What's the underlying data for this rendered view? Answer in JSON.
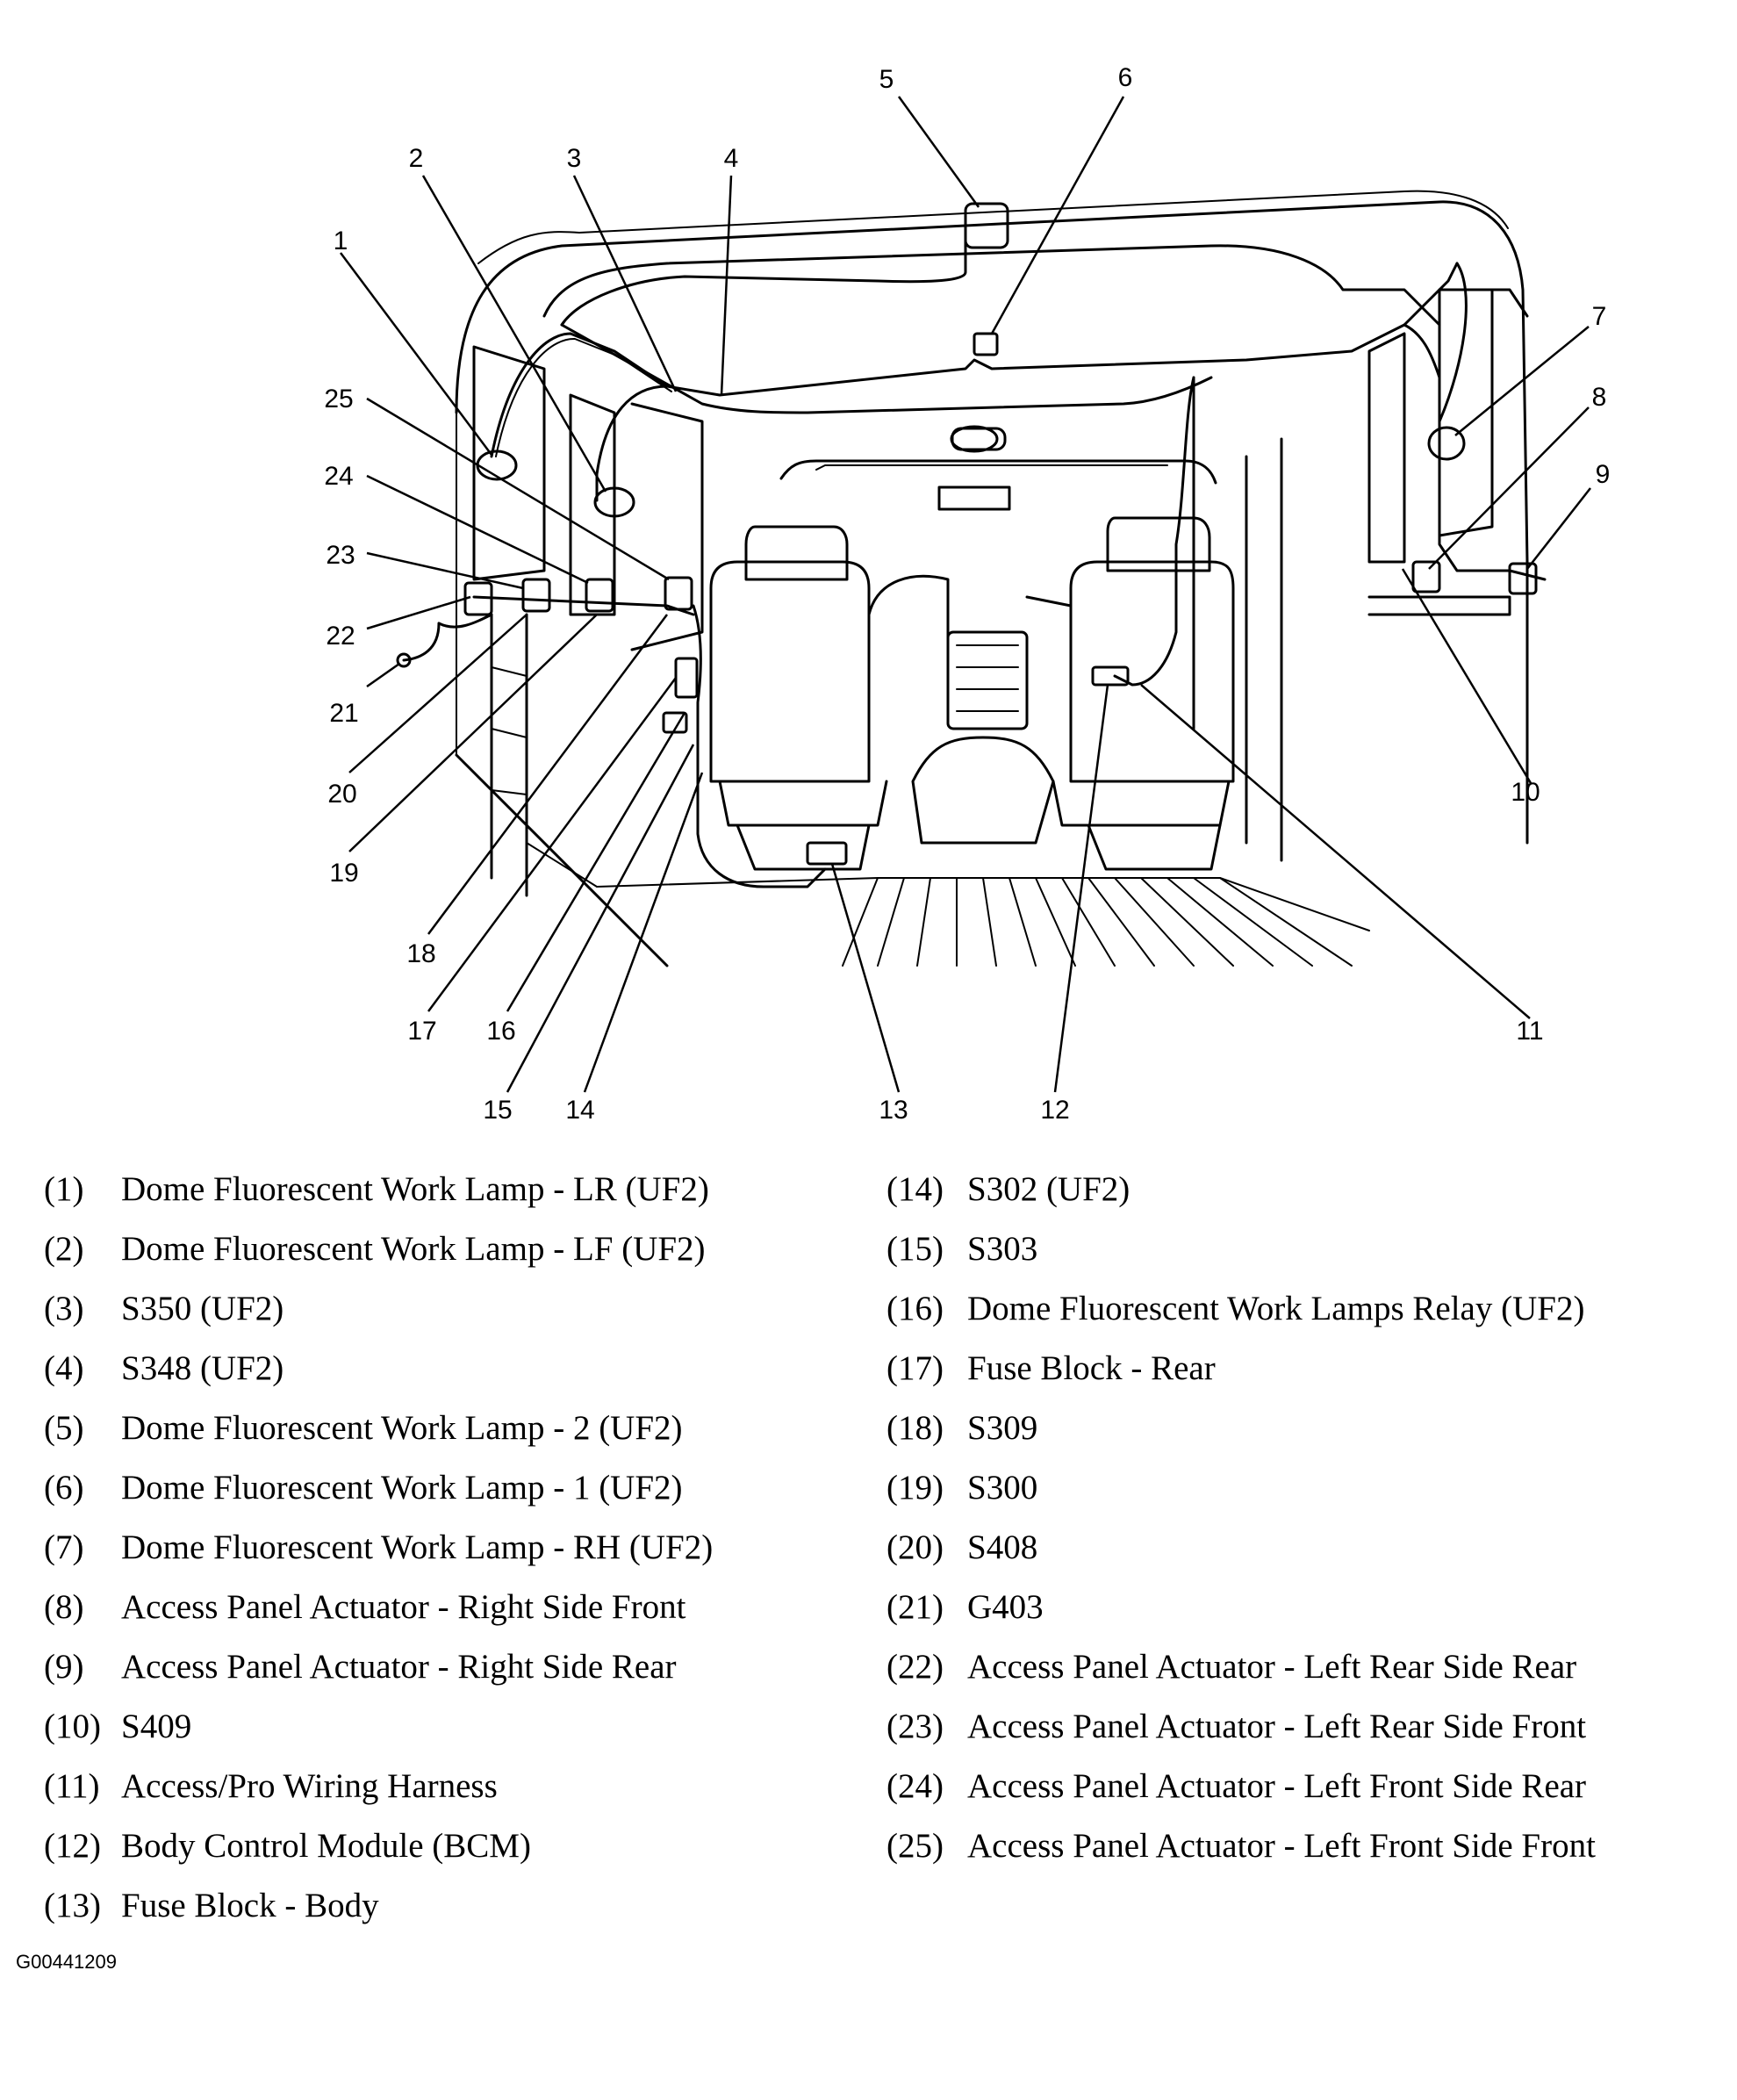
{
  "figure_id": "G00441209",
  "callouts": {
    "c1": "1",
    "c2": "2",
    "c3": "3",
    "c4": "4",
    "c5": "5",
    "c6": "6",
    "c7": "7",
    "c8": "8",
    "c9": "9",
    "c10": "10",
    "c11": "11",
    "c12": "12",
    "c13": "13",
    "c14": "14",
    "c15": "15",
    "c16": "16",
    "c17": "17",
    "c18": "18",
    "c19": "19",
    "c20": "20",
    "c21": "21",
    "c22": "22",
    "c23": "23",
    "c24": "24",
    "c25": "25"
  },
  "legend_left": [
    {
      "num": "(1)",
      "text": "Dome Fluorescent Work Lamp - LR (UF2)"
    },
    {
      "num": "(2)",
      "text": "Dome Fluorescent Work Lamp - LF (UF2)"
    },
    {
      "num": "(3)",
      "text": "S350 (UF2)"
    },
    {
      "num": "(4)",
      "text": "S348 (UF2)"
    },
    {
      "num": "(5)",
      "text": "Dome Fluorescent Work Lamp - 2 (UF2)"
    },
    {
      "num": "(6)",
      "text": "Dome Fluorescent Work Lamp - 1 (UF2)"
    },
    {
      "num": "(7)",
      "text": "Dome Fluorescent Work Lamp - RH (UF2)"
    },
    {
      "num": "(8)",
      "text": "Access Panel Actuator - Right Side Front"
    },
    {
      "num": "(9)",
      "text": "Access Panel Actuator - Right Side Rear"
    },
    {
      "num": "(10)",
      "text": "S409"
    },
    {
      "num": "(11)",
      "text": "Access/Pro Wiring Harness"
    },
    {
      "num": "(12)",
      "text": "Body Control Module (BCM)"
    },
    {
      "num": "(13)",
      "text": "Fuse Block - Body"
    }
  ],
  "legend_right": [
    {
      "num": "(14)",
      "text": "S302 (UF2)"
    },
    {
      "num": "(15)",
      "text": "S303"
    },
    {
      "num": "(16)",
      "text": "Dome Fluorescent Work Lamps Relay (UF2)"
    },
    {
      "num": "(17)",
      "text": "Fuse Block - Rear"
    },
    {
      "num": "(18)",
      "text": "S309"
    },
    {
      "num": "(19)",
      "text": "S300"
    },
    {
      "num": "(20)",
      "text": "S408"
    },
    {
      "num": "(21)",
      "text": "G403"
    },
    {
      "num": "(22)",
      "text": "Access Panel Actuator - Left Rear Side Rear"
    },
    {
      "num": "(23)",
      "text": "Access Panel Actuator - Left Rear Side Front"
    },
    {
      "num": "(24)",
      "text": "Access Panel Actuator - Left Front Side Rear"
    },
    {
      "num": "(25)",
      "text": "Access Panel Actuator - Left Front Side Front"
    }
  ]
}
